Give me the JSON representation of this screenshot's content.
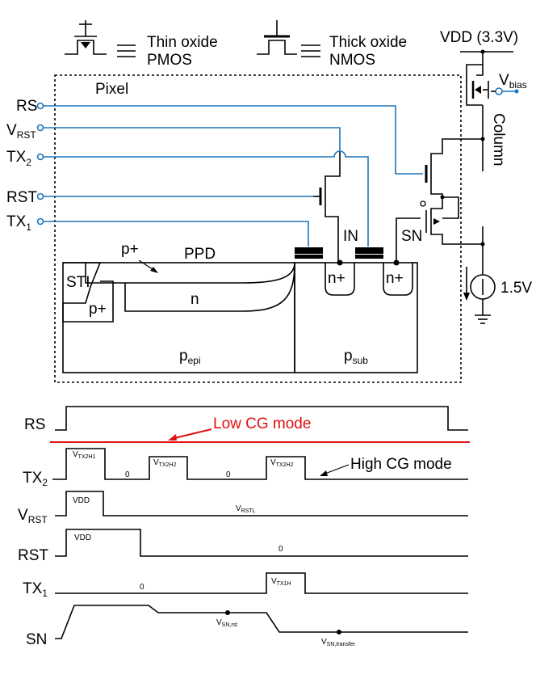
{
  "legend": {
    "pmos_label_line1": "Thin oxide",
    "pmos_label_line2": "PMOS",
    "nmos_label_line1": "Thick oxide",
    "nmos_label_line2": "NMOS"
  },
  "supply": {
    "vdd": "VDD (3.3V)",
    "vbias_main": "V",
    "vbias_sub": "bias",
    "column": "Column",
    "source_voltage": "1.5V"
  },
  "pixel": {
    "title": "Pixel",
    "inputs": {
      "rs": "RS",
      "vrst_main": "V",
      "vrst_sub": "RST",
      "tx2_main": "TX",
      "tx2_sub": "2",
      "rst": "RST",
      "tx1_main": "TX",
      "tx1_sub": "1"
    },
    "nodes": {
      "in": "IN",
      "sn": "SN"
    },
    "cross_section": {
      "sti": "STI",
      "p_plus_top": "p+",
      "p_plus_side": "p+",
      "ppd": "PPD",
      "n": "n",
      "n_plus_1": "n+",
      "n_plus_2": "n+",
      "pepi_main": "p",
      "pepi_sub": "epi",
      "psub_main": "p",
      "psub_sub": "sub"
    }
  },
  "timing": {
    "signals": {
      "rs": "RS",
      "tx2_main": "TX",
      "tx2_sub": "2",
      "vrst_main": "V",
      "vrst_sub": "RST",
      "rst": "RST",
      "tx1_main": "TX",
      "tx1_sub": "1",
      "sn": "SN"
    },
    "annotations": {
      "low_cg": "Low CG mode",
      "high_cg": "High CG mode",
      "tx2_level1_main": "V",
      "tx2_level1_sub": "TX2H1",
      "tx2_level2_main": "V",
      "tx2_level2_sub": "TX2H2",
      "tx2_level3_main": "V",
      "tx2_level3_sub": "TX2H2",
      "tx2_zero1": "0",
      "tx2_zero2": "0",
      "vrst_high": "VDD",
      "vrst_low_main": "V",
      "vrst_low_sub": "RSTL",
      "rst_high": "VDD",
      "rst_low": "0",
      "tx1_low": "0",
      "tx1_high_main": "V",
      "tx1_high_sub": "TX1H",
      "sn_rst_main": "V",
      "sn_rst_sub": "SN,rst",
      "sn_transfer_main": "V",
      "sn_transfer_sub": "SN,transfer"
    },
    "colors": {
      "low_cg_line": "#e01010",
      "wire": "#1b75bc"
    }
  }
}
